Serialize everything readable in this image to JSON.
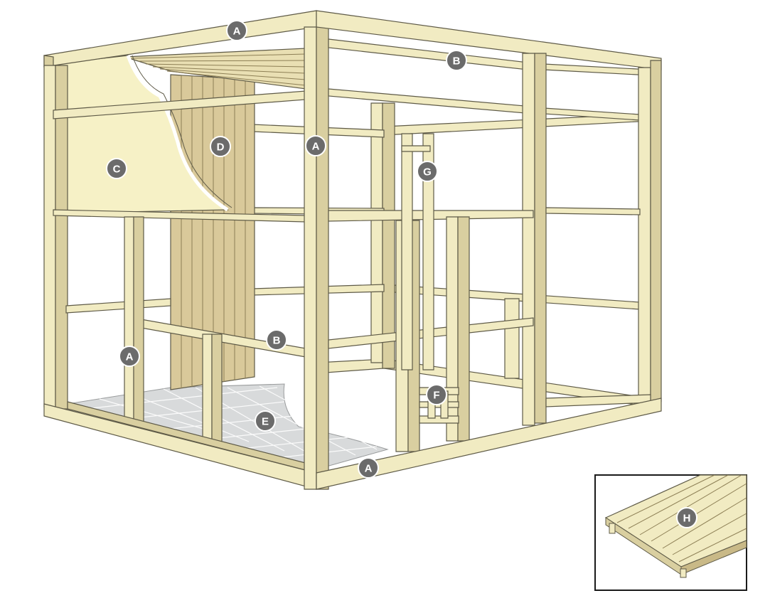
{
  "diagram": {
    "colors": {
      "wood": "#f1ebc2",
      "wood_edge": "#5e5a47",
      "wood_shade": "#d9cfa0",
      "wood_dark": "#c9b987",
      "panel": "#f6f1c6",
      "floor": "#d8dadb",
      "callout_fill": "#6b6b6b",
      "callout_text": "#ffffff",
      "inset_border": "#1a1a1a"
    },
    "callouts": {
      "a_top": "A",
      "a_center": "A",
      "a_left_post": "A",
      "a_bottom": "A",
      "b_top": "B",
      "b_middle": "B",
      "c": "C",
      "d": "D",
      "e": "E",
      "f": "F",
      "g": "G",
      "h": "H"
    }
  }
}
